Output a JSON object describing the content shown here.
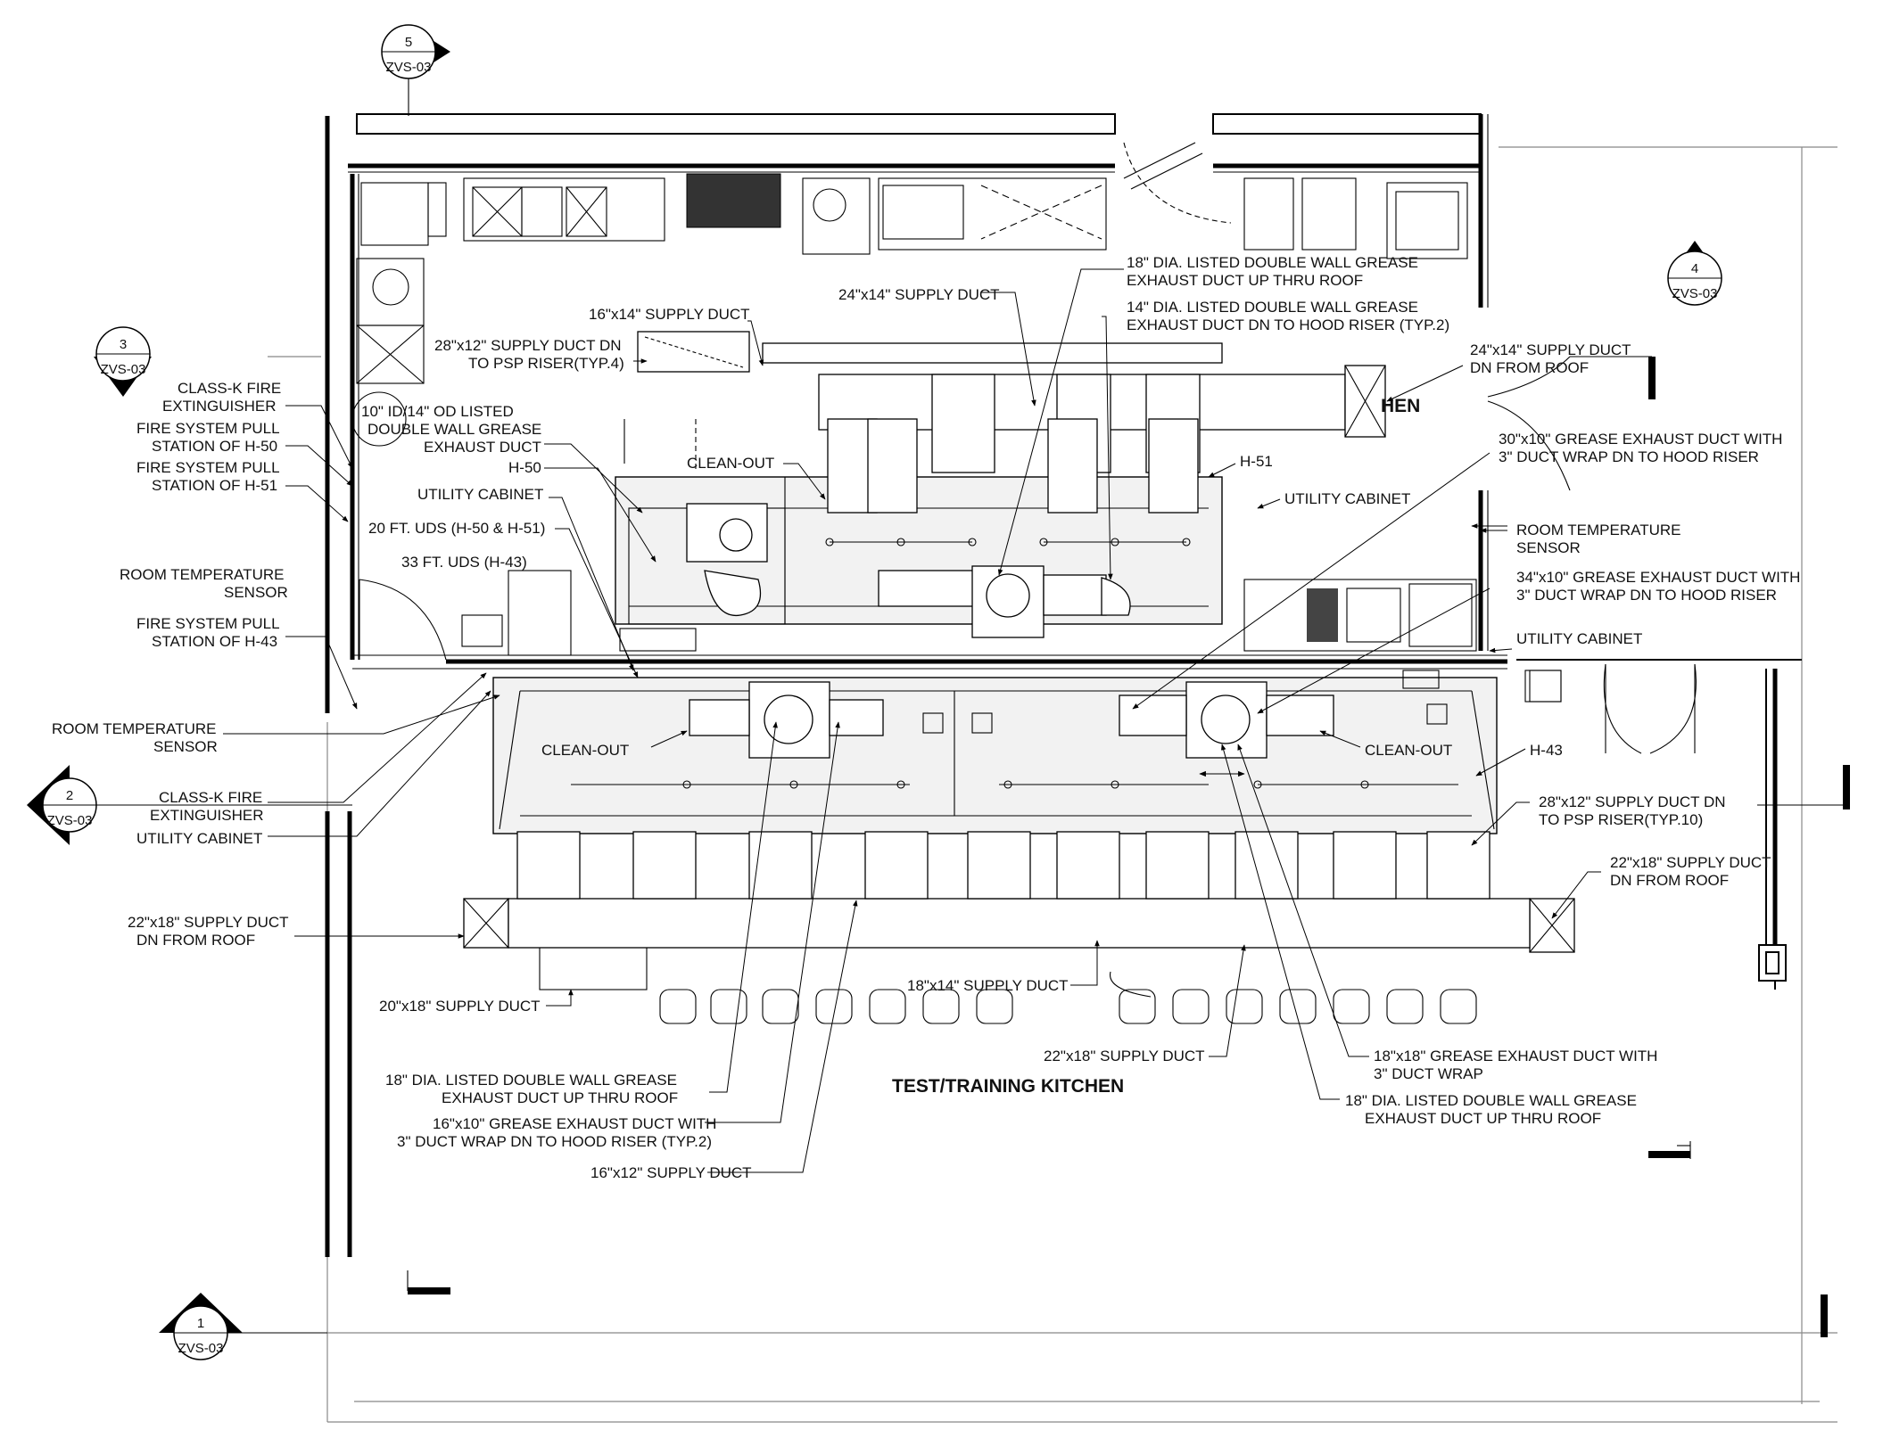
{
  "drawing": {
    "room_labels": {
      "kitchen_partial": "HEN",
      "test_kitchen": "TEST/TRAINING KITCHEN"
    },
    "section_markers": [
      {
        "number": "5",
        "sheet": "ZVS-03"
      },
      {
        "number": "4",
        "sheet": "ZVS-03"
      },
      {
        "number": "3",
        "sheet": "ZVS-03"
      },
      {
        "number": "2",
        "sheet": "ZVS-03"
      },
      {
        "number": "1",
        "sheet": "ZVS-03"
      }
    ],
    "callouts": {
      "c01": [
        "18\" DIA. LISTED DOUBLE WALL GREASE",
        "EXHAUST DUCT UP THRU ROOF"
      ],
      "c02": [
        "14\" DIA. LISTED DOUBLE WALL GREASE",
        "EXHAUST DUCT DN TO HOOD RISER (TYP.2)"
      ],
      "c03": [
        "24\"x14\"  SUPPLY DUCT"
      ],
      "c04": [
        "16\"x14\"  SUPPLY DUCT"
      ],
      "c05": [
        "28\"x12\" SUPPLY DUCT DN",
        "TO PSP RISER(TYP.4)"
      ],
      "c06": [
        "24\"x14\"  SUPPLY DUCT",
        "DN FROM ROOF"
      ],
      "c07": [
        "30\"x10\" GREASE EXHAUST DUCT WITH",
        "3\" DUCT WRAP DN TO HOOD RISER"
      ],
      "c08": [
        "CLASS-K FIRE",
        "EXTINGUISHER"
      ],
      "c09": [
        "10\" ID/14\" OD LISTED",
        "DOUBLE WALL GREASE",
        "EXHAUST DUCT"
      ],
      "c10": [
        "FIRE SYSTEM PULL",
        "STATION OF H-50"
      ],
      "c11": [
        "FIRE SYSTEM PULL",
        "STATION OF H-51"
      ],
      "c12": [
        "H-50"
      ],
      "c13": [
        "CLEAN-OUT"
      ],
      "c14": [
        "H-51"
      ],
      "c15": [
        "UTILITY CABINET"
      ],
      "c16": [
        "UTILITY CABINET"
      ],
      "c17": [
        "ROOM TEMPERATURE",
        "SENSOR"
      ],
      "c18": [
        "20 FT. UDS (H-50 & H-51)"
      ],
      "c19": [
        "33 FT. UDS  (H-43)"
      ],
      "c20": [
        "ROOM TEMPERATURE",
        "SENSOR"
      ],
      "c21": [
        "34\"x10\" GREASE EXHAUST DUCT WITH",
        "3\" DUCT WRAP DN TO HOOD RISER"
      ],
      "c22": [
        "FIRE SYSTEM PULL",
        "STATION OF H-43"
      ],
      "c23": [
        "UTILITY CABINET"
      ],
      "c24": [
        "ROOM TEMPERATURE",
        "SENSOR"
      ],
      "c25": [
        "CLEAN-OUT"
      ],
      "c26": [
        "CLEAN-OUT"
      ],
      "c27": [
        "H-43"
      ],
      "c28": [
        "CLASS-K FIRE",
        "EXTINGUISHER"
      ],
      "c29": [
        "UTILITY CABINET"
      ],
      "c30": [
        "28\"x12\" SUPPLY DUCT DN",
        "TO PSP RISER(TYP.10)"
      ],
      "c31": [
        "22\"x18\" SUPPLY DUCT",
        "DN FROM ROOF"
      ],
      "c32": [
        "22\"x18\" SUPPLY DUCT",
        "DN FROM ROOF"
      ],
      "c33": [
        "18\"x14\" SUPPLY DUCT"
      ],
      "c34": [
        "20\"x18\" SUPPLY DUCT"
      ],
      "c35": [
        "22\"x18\" SUPPLY DUCT"
      ],
      "c36": [
        "18\"x18\" GREASE EXHAUST DUCT WITH",
        "3\" DUCT WRAP"
      ],
      "c37": [
        "18\" DIA. LISTED DOUBLE WALL GREASE",
        "EXHAUST DUCT UP THRU ROOF"
      ],
      "c38": [
        "18\" DIA. LISTED DOUBLE WALL GREASE",
        "EXHAUST DUCT UP THRU ROOF"
      ],
      "c39": [
        "16\"x10\" GREASE EXHAUST DUCT WITH",
        "3\" DUCT WRAP DN TO HOOD RISER (TYP.2)"
      ],
      "c40": [
        "16\"x12\" SUPPLY DUCT"
      ]
    }
  }
}
